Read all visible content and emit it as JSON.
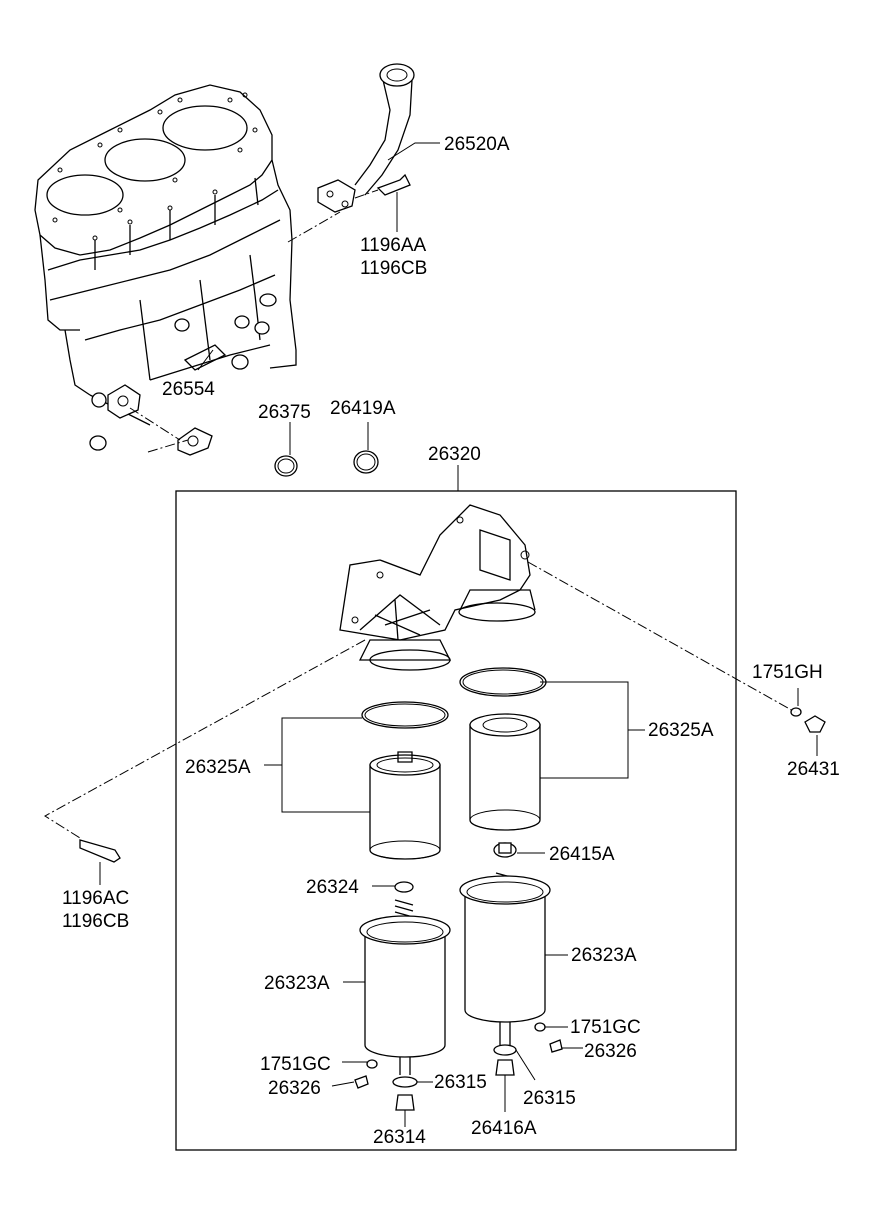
{
  "labels": {
    "p26520A": "26520A",
    "p1196AA": "1196AA",
    "p1196CB_top": "1196CB",
    "p26554": "26554",
    "p26375": "26375",
    "p26419A": "26419A",
    "p26320": "26320",
    "p1751GH": "1751GH",
    "p26431": "26431",
    "p26325A_left": "26325A",
    "p26325A_right": "26325A",
    "p26415A": "26415A",
    "p26324": "26324",
    "p1196AC": "1196AC",
    "p1196CB_bottom": "1196CB",
    "p26323A_left": "26323A",
    "p26323A_right": "26323A",
    "p1751GC_right": "1751GC",
    "p26326_right": "26326",
    "p1751GC_left": "1751GC",
    "p26326_left": "26326",
    "p26315_left": "26315",
    "p26315_right": "26315",
    "p26314": "26314",
    "p26416A": "26416A"
  }
}
